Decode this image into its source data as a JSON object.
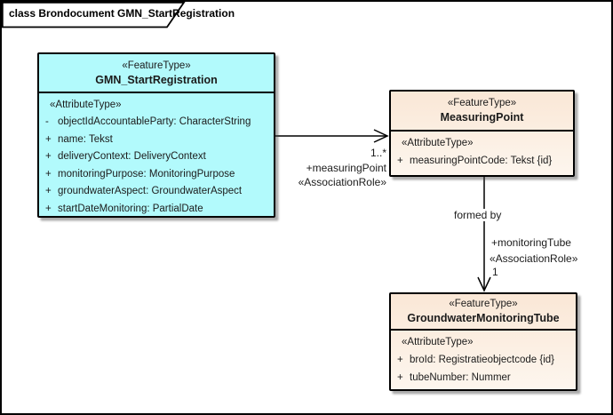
{
  "frame": {
    "title": "class Brondocument GMN_StartRegistration"
  },
  "classes": [
    {
      "stereotype": "«FeatureType»",
      "name": "GMN_StartRegistration",
      "attr_header": "«AttributeType»",
      "attributes": [
        {
          "vis": "-",
          "text": "objectIdAccountableParty: CharacterString"
        },
        {
          "vis": "+",
          "text": "name: Tekst"
        },
        {
          "vis": "+",
          "text": "deliveryContext: DeliveryContext"
        },
        {
          "vis": "+",
          "text": "monitoringPurpose: MonitoringPurpose"
        },
        {
          "vis": "+",
          "text": "groundwaterAspect: GroundwaterAspect"
        },
        {
          "vis": "+",
          "text": "startDateMonitoring: PartialDate"
        }
      ]
    },
    {
      "stereotype": "«FeatureType»",
      "name": "MeasuringPoint",
      "attr_header": "«AttributeType»",
      "attributes": [
        {
          "vis": "+",
          "text": "measuringPointCode: Tekst {id}"
        }
      ]
    },
    {
      "stereotype": "«FeatureType»",
      "name": "GroundwaterMonitoringTube",
      "attr_header": "«AttributeType»",
      "attributes": [
        {
          "vis": "+",
          "text": "broId: Registratieobjectcode {id}"
        },
        {
          "vis": "+",
          "text": "tubeNumber: Nummer"
        }
      ]
    }
  ],
  "associations": [
    {
      "target_multiplicity": "1..*",
      "role": "+measuringPoint",
      "stereotype": "«AssociationRole»"
    },
    {
      "name": "formed by",
      "role": "+monitoringTube",
      "stereotype": "«AssociationRole»",
      "target_multiplicity": "1"
    }
  ],
  "colors": {
    "background": "#FFFFFF",
    "border": "#000000",
    "class_cyan_fill": "#B2FAFC",
    "class_tan_fill_top": "#FAE7D6",
    "class_tan_fill_bottom": "#FDF6EE",
    "shadow": "#9A9A9A"
  }
}
